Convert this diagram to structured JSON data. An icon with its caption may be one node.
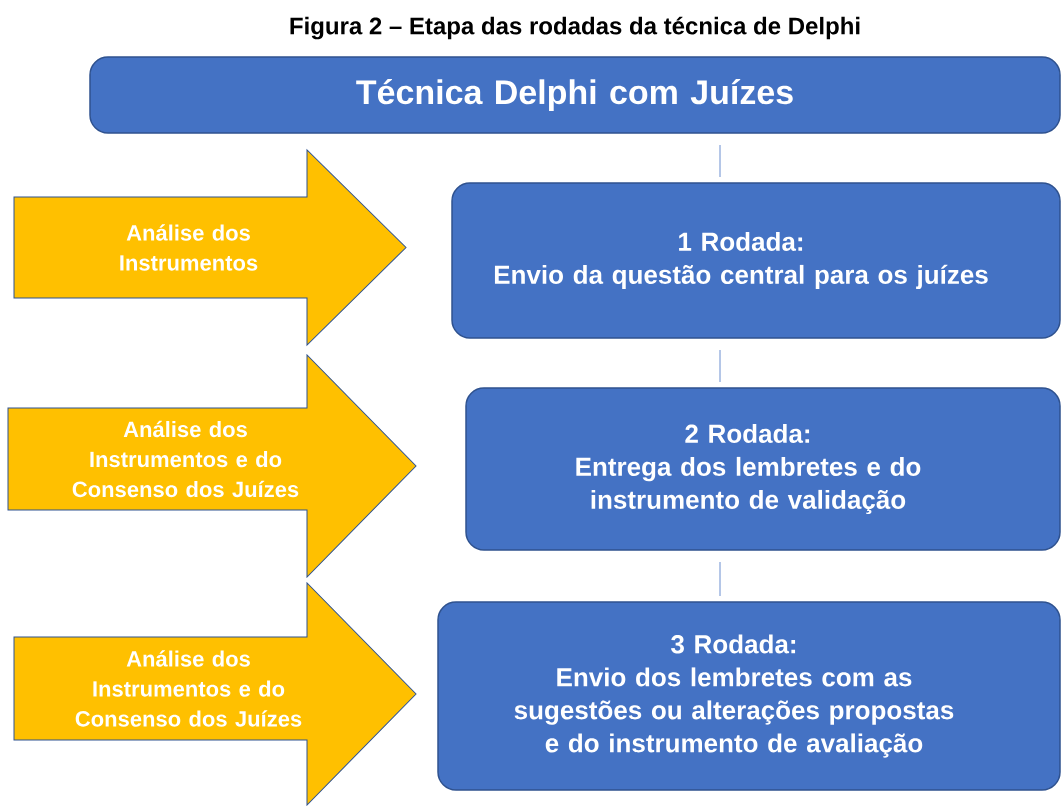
{
  "diagram": {
    "title": "Figura 2 – Etapa das rodadas da técnica de Delphi",
    "nodes": [
      {
        "text": [
          "Técnica Delphi com Juízes"
        ]
      },
      {
        "text": [
          "Análise dos Instrumentos"
        ]
      },
      {
        "text": [
          "1 Rodada:",
          "Envio da questão central para os juízes"
        ]
      },
      {
        "text": [
          "Análise dos Instrumentos e do Consenso dos Juízes"
        ]
      },
      {
        "text": [
          "2 Rodada:",
          "Entrega dos lembretes e do instrumento de validação"
        ]
      },
      {
        "text": [
          "Análise dos Instrumentos e do Consenso dos Juízes"
        ]
      },
      {
        "text": [
          "3 Rodada:",
          "Envio dos lembretes com as sugestões ou alterações propostas e do instrumento de avaliação"
        ]
      }
    ],
    "edges": [
      {
        "from": 0,
        "to": 2,
        "arrow": "none"
      },
      {
        "from": 2,
        "to": 4,
        "arrow": "none"
      },
      {
        "from": 4,
        "to": 6,
        "arrow": "none"
      }
    ]
  }
}
